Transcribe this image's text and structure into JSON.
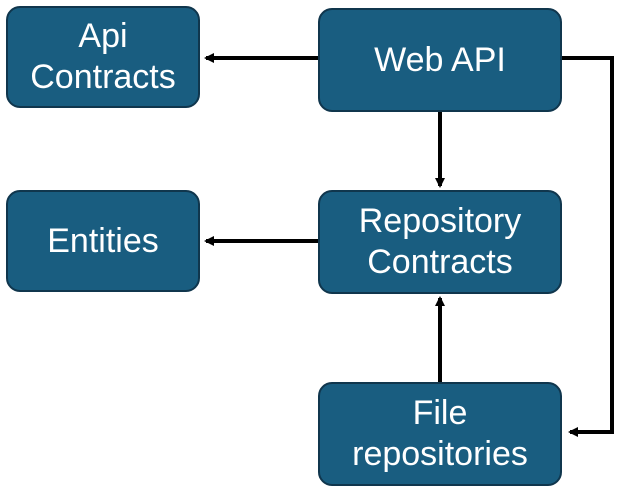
{
  "colors": {
    "node_fill": "#195d80",
    "node_border": "#10364d",
    "node_text": "#ffffff",
    "arrow": "#000000"
  },
  "nodes": {
    "api_contracts": {
      "line1": "Api",
      "line2": "Contracts"
    },
    "web_api": {
      "line1": "Web API"
    },
    "entities": {
      "line1": "Entities"
    },
    "repository_contracts": {
      "line1": "Repository",
      "line2": "Contracts"
    },
    "file_repositories": {
      "line1": "File",
      "line2": "repositories"
    }
  }
}
